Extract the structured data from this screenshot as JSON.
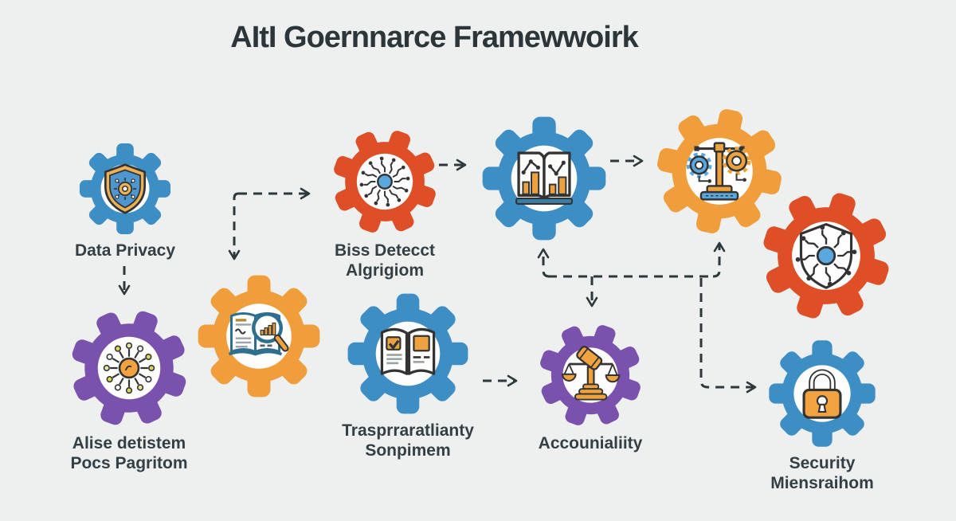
{
  "title": "AItI Goernnarce Framewwoirk",
  "colors": {
    "background": "#edf0ee",
    "ink": "#2d383d",
    "blue": "#3e8ec6",
    "purple": "#7a52ad",
    "orange": "#f09d3c",
    "red": "#df4f27",
    "gold": "#eca23f"
  },
  "nodes": [
    {
      "id": "data-privacy",
      "label": "Data Privacy",
      "icon": "shield-gear-icon",
      "color": "blue"
    },
    {
      "id": "ai-system",
      "label": "Alise detistem\nPocs Pagritom",
      "icon": "neural-network-icon",
      "color": "purple"
    },
    {
      "id": "audit-review",
      "label": "",
      "icon": "book-magnifier-icon",
      "color": "orange"
    },
    {
      "id": "bias-detection",
      "label": "Biss Detecct\nAlgrigiom",
      "icon": "circuit-network-icon",
      "color": "red"
    },
    {
      "id": "analytics-book",
      "label": "",
      "icon": "book-charts-icon",
      "color": "blue"
    },
    {
      "id": "balance-gears",
      "label": "",
      "icon": "balance-gears-icon",
      "color": "orange"
    },
    {
      "id": "shield-circuit",
      "label": "",
      "icon": "shield-circuit-icon",
      "color": "red"
    },
    {
      "id": "transparency",
      "label": "Trasprraratlianty\nSonpimem",
      "icon": "book-checklist-icon",
      "color": "blue"
    },
    {
      "id": "accountability",
      "label": "Accounialiity",
      "icon": "gavel-scales-icon",
      "color": "purple"
    },
    {
      "id": "security",
      "label": "Security\nMiensraihom",
      "icon": "padlock-icon",
      "color": "blue"
    }
  ]
}
